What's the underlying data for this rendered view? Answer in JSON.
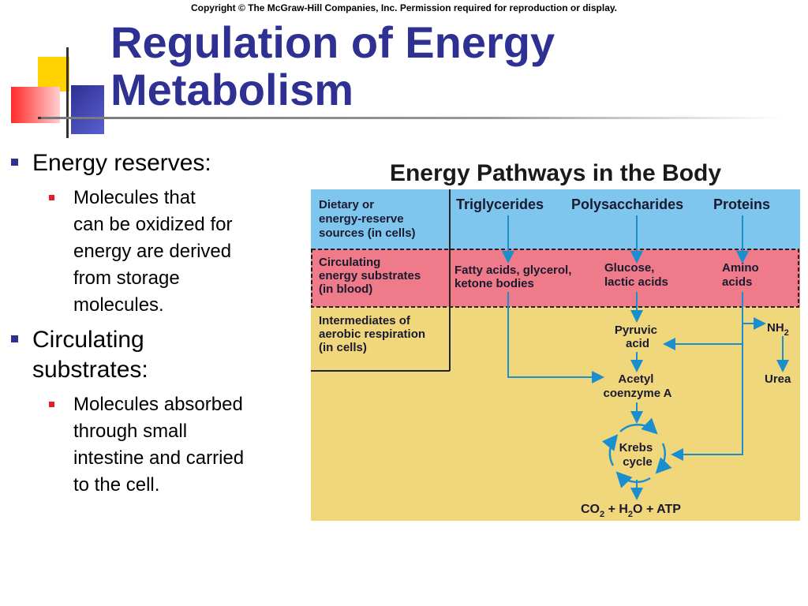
{
  "copyright": "Copyright © The McGraw-Hill Companies, Inc. Permission required for reproduction or display.",
  "title": {
    "line1": "Regulation of Energy",
    "line2": "Metabolism"
  },
  "bullets": [
    {
      "text": "Energy reserves:",
      "sub": "Molecules that\ncan be oxidized for\nenergy are derived\nfrom storage\nmolecules."
    },
    {
      "text": "Circulating\nsubstrates:",
      "sub": "Molecules absorbed\nthrough small\nintestine and carried\nto the cell."
    }
  ],
  "diagram": {
    "title": "Energy Pathways in the Body",
    "rows": {
      "sources": [
        "Dietary or",
        "energy-reserve",
        "sources (in cells)"
      ],
      "circulating": [
        "Circulating",
        "energy substrates",
        "(in blood)"
      ],
      "intermediates": [
        "Intermediates of",
        "aerobic respiration",
        "(in cells)"
      ]
    },
    "sources": {
      "triglycerides": "Triglycerides",
      "polysaccharides": "Polysaccharides",
      "proteins": "Proteins"
    },
    "substrates": {
      "fatty": [
        "Fatty acids, glycerol,",
        "ketone bodies"
      ],
      "glucose": [
        "Glucose,",
        "lactic acids"
      ],
      "amino": [
        "Amino",
        "acids"
      ]
    },
    "pyruvic": [
      "Pyruvic",
      "acid"
    ],
    "acetyl": [
      "Acetyl",
      "coenzyme A"
    ],
    "krebs": [
      "Krebs",
      "cycle"
    ],
    "nh2": "NH",
    "nh2_sub": "2",
    "urea": "Urea",
    "products": {
      "co": "CO",
      "co_sub": "2",
      "plus1": " + H",
      "h_sub": "2",
      "rest": "O + ATP"
    },
    "colors": {
      "blue_band": "#7fc6ee",
      "pink_band": "#ee7a8a",
      "yellow_band": "#f1d77c",
      "arrow": "#1a8fd0"
    }
  }
}
